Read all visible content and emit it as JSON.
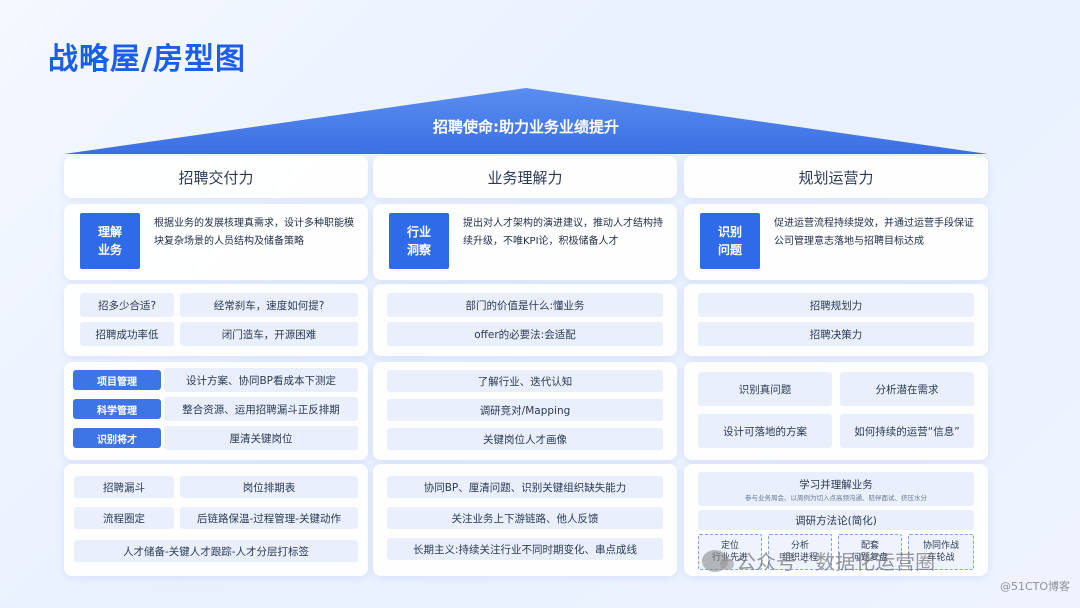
{
  "page": {
    "title": "战略屋/房型图"
  },
  "roof": {
    "label": "招聘使命:助力业务业绩提升",
    "color": "#3b6fe3"
  },
  "columns": [
    {
      "head": "招聘交付力",
      "badge": "理解\n业务",
      "desc": "根据业务的发展核理真需求，设计多种职能模块复杂场景的人员结构及储备策略",
      "q": [
        "招多少合适?",
        "经常刹车，速度如何提?",
        "招聘成功率低",
        "闭门造车，开源困难"
      ],
      "tags": [
        {
          "tag": "项目管理",
          "text": "设计方案、协同BP看成本下测定"
        },
        {
          "tag": "科学管理",
          "text": "整合资源、运用招聘漏斗正反排期"
        },
        {
          "tag": "识别将才",
          "text": "厘清关键岗位"
        }
      ],
      "bottom": [
        "招聘漏斗",
        "岗位排期表",
        "流程圈定",
        "后链路保温-过程管理-关键动作",
        "人才储备-关键人才跟踪-人才分层打标签"
      ]
    },
    {
      "head": "业务理解力",
      "badge": "行业\n洞察",
      "desc": "提出对人才架构的演进建议，推动人才结构持续升级，不唯KPI论，积极储备人才",
      "q": [
        "部门的价值是什么:懂业务",
        "offer的必要法:会适配"
      ],
      "mid": [
        "了解行业、迭代认知",
        "调研竞对/Mapping",
        "关键岗位人才画像"
      ],
      "bottom": [
        "协同BP、厘清问题、识别关键组织缺失能力",
        "关注业务上下游链路、他人反馈",
        "长期主义:持续关注行业不同时期变化、串点成线"
      ]
    },
    {
      "head": "规划运营力",
      "badge": "识别\n问题",
      "desc": "促进运营流程持续提效，并通过运营手段保证公司管理意志落地与招聘目标达成",
      "q": [
        "招聘规划力",
        "招聘决策力"
      ],
      "mid": [
        "识别真问题",
        "分析潜在需求",
        "设计可落地的方案",
        "如何持续的运营“信息”"
      ],
      "bottom": {
        "learn": "学习并理解业务",
        "learn_note": "参与业务周会、以周例为切入点高频沟通、赔伴面试、挤压水分",
        "method": "调研方法论(简化)",
        "steps": [
          "定位\n行业先进",
          "分析\n组织进程",
          "配套\n问题复盘",
          "协同作战\n车轮战"
        ]
      }
    }
  ],
  "watermark": {
    "main": "公众号 · 数据化运营圈",
    "site": "@51CTO博客"
  }
}
